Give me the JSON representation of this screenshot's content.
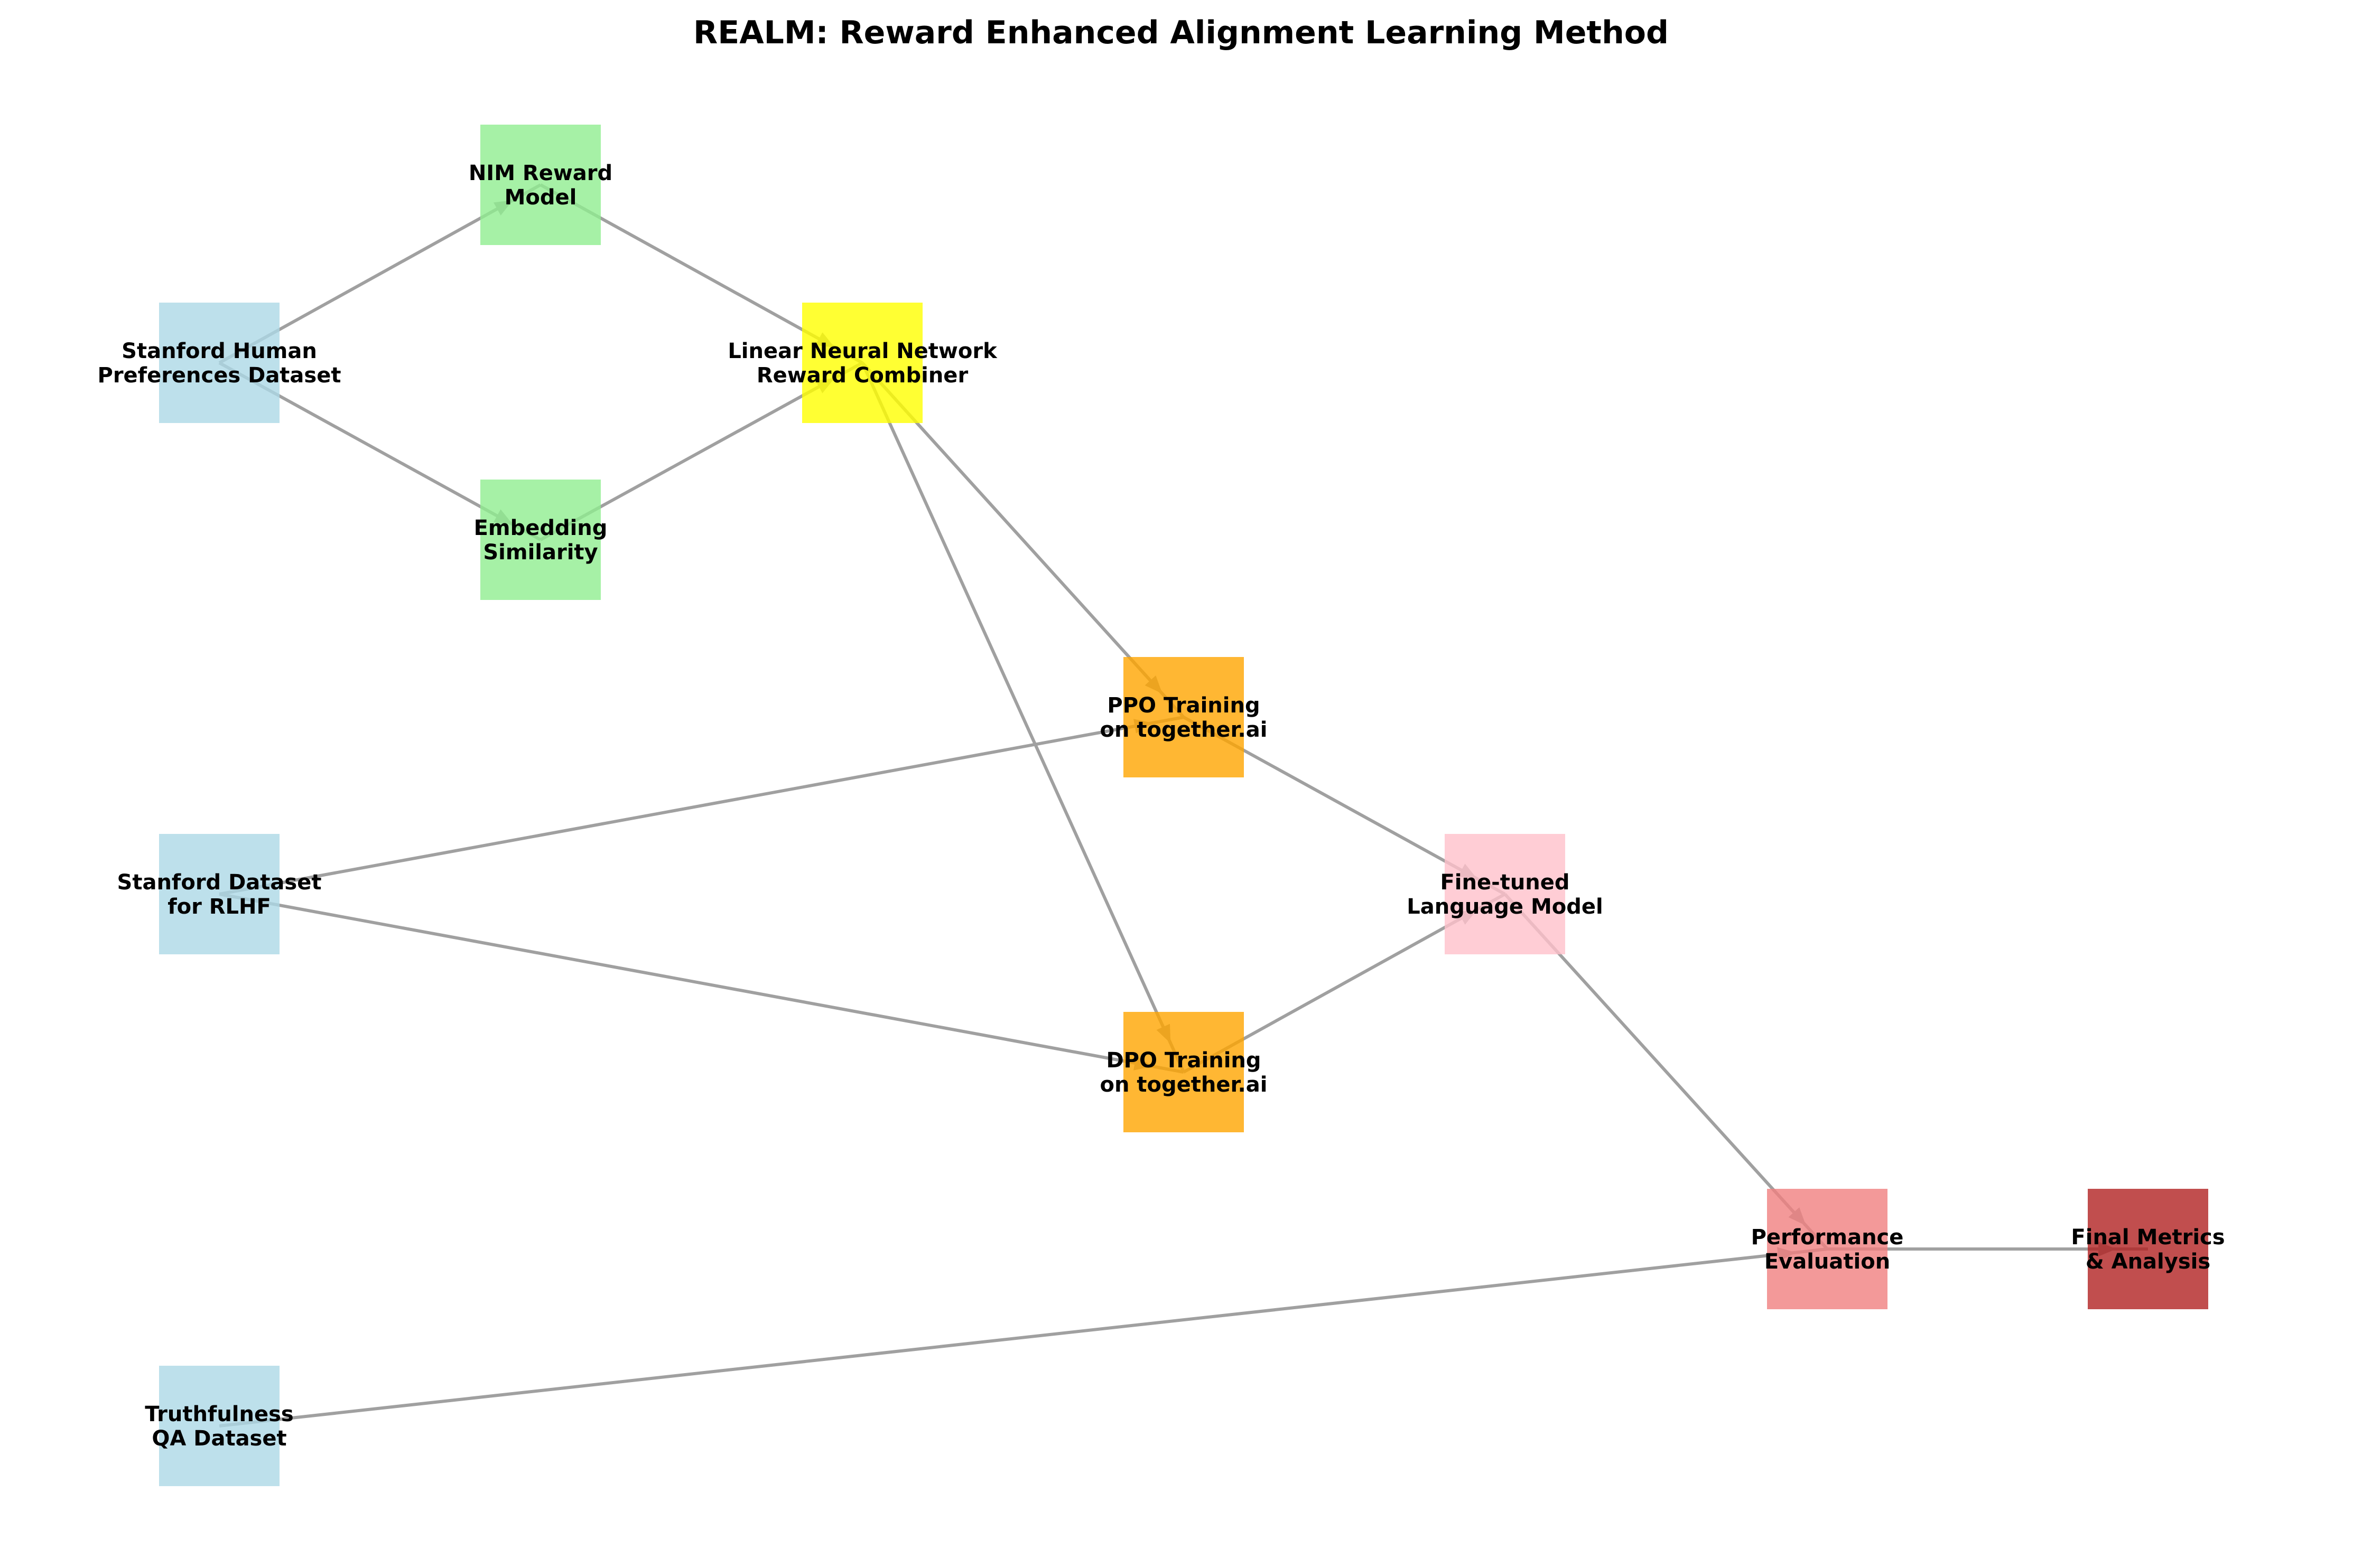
{
  "title": "REALM: Reward Enhanced Alignment Learning Method",
  "colors": {
    "edge": "#a0a0a0",
    "dataset": "#add8e6",
    "signal": "#90ee90",
    "combiner": "#ffff00",
    "training": "#ffa500",
    "model": "#ffc0cb",
    "evaluation": "#f08080",
    "final": "#b22222"
  },
  "nodes": [
    {
      "id": "stanford-hp",
      "lines": [
        "Stanford Human",
        "Preferences Dataset"
      ],
      "color": "#add8e6"
    },
    {
      "id": "nim-reward",
      "lines": [
        "NIM Reward",
        "Model"
      ],
      "color": "#90ee90"
    },
    {
      "id": "embedding",
      "lines": [
        "Embedding",
        "Similarity"
      ],
      "color": "#90ee90"
    },
    {
      "id": "combiner",
      "lines": [
        "Linear Neural Network",
        "Reward Combiner"
      ],
      "color": "#ffff00"
    },
    {
      "id": "ppo",
      "lines": [
        "PPO Training",
        "on together.ai"
      ],
      "color": "#ffa500"
    },
    {
      "id": "dpo",
      "lines": [
        "DPO Training",
        "on together.ai"
      ],
      "color": "#ffa500"
    },
    {
      "id": "stanford-rlhf",
      "lines": [
        "Stanford Dataset",
        "for RLHF"
      ],
      "color": "#add8e6"
    },
    {
      "id": "finetuned",
      "lines": [
        "Fine-tuned",
        "Language Model"
      ],
      "color": "#ffc0cb"
    },
    {
      "id": "truthfulness",
      "lines": [
        "Truthfulness",
        "QA Dataset"
      ],
      "color": "#add8e6"
    },
    {
      "id": "evaluation",
      "lines": [
        "Performance",
        "Evaluation"
      ],
      "color": "#f08080"
    },
    {
      "id": "final",
      "lines": [
        "Final Metrics",
        "& Analysis"
      ],
      "color": "#b22222"
    }
  ],
  "edges": [
    {
      "from": "stanford-hp",
      "to": "nim-reward"
    },
    {
      "from": "stanford-hp",
      "to": "embedding"
    },
    {
      "from": "nim-reward",
      "to": "combiner"
    },
    {
      "from": "embedding",
      "to": "combiner"
    },
    {
      "from": "combiner",
      "to": "ppo"
    },
    {
      "from": "combiner",
      "to": "dpo"
    },
    {
      "from": "stanford-rlhf",
      "to": "ppo"
    },
    {
      "from": "stanford-rlhf",
      "to": "dpo"
    },
    {
      "from": "ppo",
      "to": "finetuned"
    },
    {
      "from": "dpo",
      "to": "finetuned"
    },
    {
      "from": "finetuned",
      "to": "evaluation"
    },
    {
      "from": "truthfulness",
      "to": "evaluation"
    },
    {
      "from": "evaluation",
      "to": "final"
    }
  ]
}
